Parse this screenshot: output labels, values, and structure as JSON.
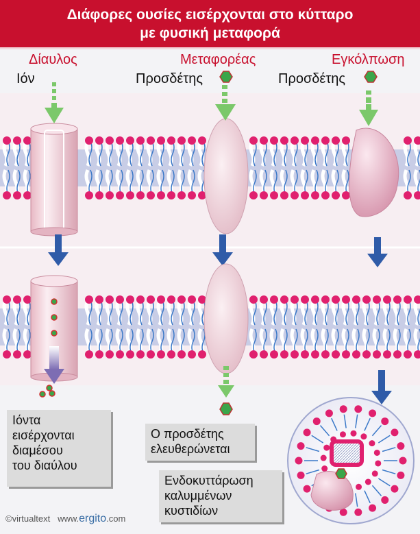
{
  "title": {
    "line1": "Διάφορες ουσίες εισέρχονται στο κύτταρο",
    "line2": "με φυσική μεταφορά"
  },
  "columns": {
    "channel": {
      "heading": "Δίαυλος",
      "substance": "Ιόν"
    },
    "carrier": {
      "heading": "Μεταφορέας",
      "substance": "Προσδέτης"
    },
    "endocytosis": {
      "heading": "Εγκόλπωση",
      "substance": "Προσδέτης"
    }
  },
  "captions": {
    "ions": [
      "Ιόντα",
      "εισέρχονται",
      "διαμέσου",
      "του διαύλου"
    ],
    "ligand": [
      "Ο προσδέτης",
      "ελευθερώνεται"
    ],
    "vesicles": [
      "Ενδοκυττάρωση",
      "καλυμμένων",
      "κυστιδίων"
    ]
  },
  "footer": {
    "copyright": "©virtualtext",
    "site_prefix": "www.",
    "site_brand": "ergito",
    "site_suffix": ".com"
  },
  "colors": {
    "title_bg": "#c8102e",
    "heading_red": "#c8102e",
    "head_group": "#e0206e",
    "tail": "#3a78c8",
    "membrane_band": "#c8cde6",
    "arrow_blue": "#2f5ba8",
    "arrow_green": "#7bc86a",
    "ligand_green": "#3aa64a",
    "ion_red": "#d03030"
  }
}
